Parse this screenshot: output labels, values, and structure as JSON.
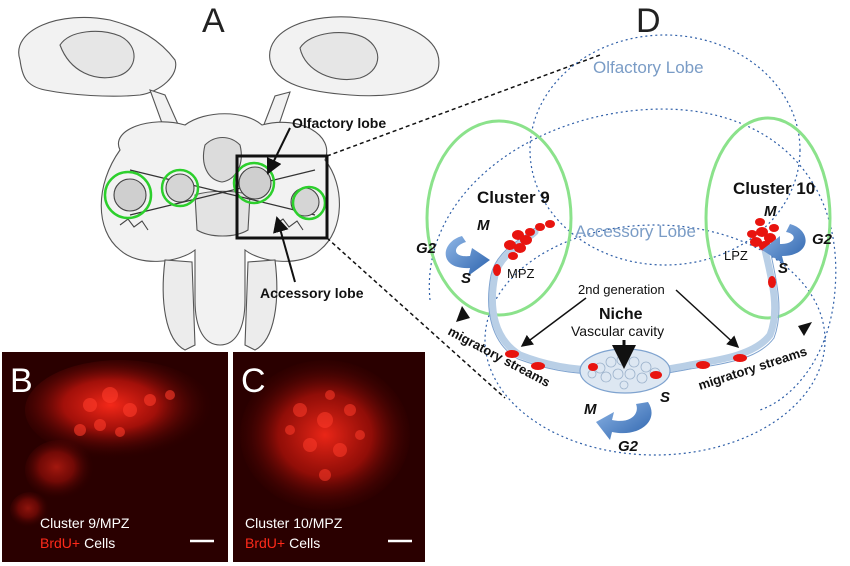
{
  "panels": {
    "a": {
      "letter": "A",
      "callouts": {
        "olfactory": "Olfactory lobe",
        "accessory": "Accessory lobe"
      }
    },
    "b": {
      "letter": "B",
      "caption_line1": "Cluster 9/MPZ",
      "caption_marker": "BrdU+",
      "caption_cells": "Cells"
    },
    "c": {
      "letter": "C",
      "caption_line1": "Cluster 10/MPZ",
      "caption_marker": "BrdU+",
      "caption_cells": "Cells"
    },
    "d": {
      "letter": "D",
      "olfactory_lobe": "Olfactory Lobe",
      "accessory_lobe": "Accessory Lobe",
      "cluster9": {
        "title": "Cluster 9",
        "m": "M",
        "g2": "G2",
        "s": "S",
        "zone": "MPZ"
      },
      "cluster10": {
        "title": "Cluster 10",
        "m": "M",
        "g2": "G2",
        "s": "S",
        "zone": "LPZ"
      },
      "second_generation": "2nd generation",
      "niche": {
        "title": "Niche",
        "subtitle": "Vascular cavity",
        "m": "M",
        "s": "S",
        "g2": "G2"
      },
      "migratory_left": "migratory streams",
      "migratory_right": "migratory streams"
    }
  },
  "colors": {
    "green_ring": "#8be28b",
    "red_cells": "#e8140f",
    "blue_arrow": "#3d7dc6",
    "dotted_blue": "#2f5fa8",
    "stream_blue": "#b9cfe6",
    "lobe_label": "#7a9cc6",
    "micro_bg": "#2a0000"
  }
}
